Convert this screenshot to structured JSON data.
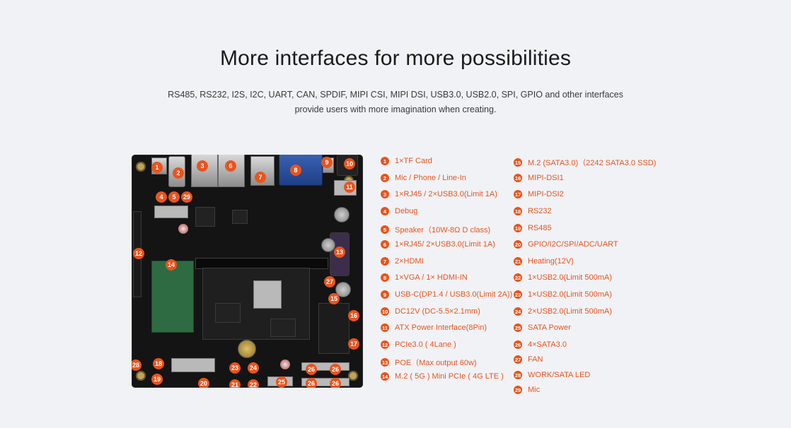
{
  "title": "More interfaces for more possibilities",
  "subtitle_line1": "RS485, RS232, I2S, I2C, UART, CAN, SPDIF, MIPI CSI, MIPI DSI, USB3.0, USB2.0, SPI, GPIO and other interfaces",
  "subtitle_line2": "provide users with more imagination when creating.",
  "accent_color": "#e8541e",
  "legend_left": [
    {
      "num": "1",
      "label": "1×TF Card"
    },
    {
      "num": "2",
      "label": "Mic / Phone / Line-In"
    },
    {
      "num": "3",
      "label": "1×RJ45 / 2×USB3.0(Limit 1A)"
    },
    {
      "num": "4",
      "label": "Debug"
    },
    {
      "num": "5",
      "label": "Speaker（10W-8Ω D class)"
    },
    {
      "num": "6",
      "label": "1×RJ45/ 2×USB3.0(Limit 1A)"
    },
    {
      "num": "7",
      "label": "2×HDMI"
    },
    {
      "num": "8",
      "label": "1×VGA / 1× HDMI-IN"
    },
    {
      "num": "9",
      "label": "USB-C(DP1.4 / USB3.0(Limit 2A))"
    },
    {
      "num": "10",
      "label": "DC12V (DC-5.5×2.1mm)"
    },
    {
      "num": "11",
      "label": "ATX Power Interface(8Pin)"
    },
    {
      "num": "12",
      "label": "PCIe3.0 ( 4Lane )"
    },
    {
      "num": "13",
      "label": "POE（Max output 60w)"
    },
    {
      "num": "14",
      "label": "M.2 ( 5G ) Mini PCIe ( 4G LTE )"
    }
  ],
  "legend_right": [
    {
      "num": "15",
      "label": "M.2 (SATA3.0)（2242 SATA3.0 SSD)"
    },
    {
      "num": "16",
      "label": "MIPI-DSI1"
    },
    {
      "num": "17",
      "label": "MIPI-DSI2"
    },
    {
      "num": "18",
      "label": "RS232"
    },
    {
      "num": "19",
      "label": "RS485"
    },
    {
      "num": "20",
      "label": "GPIO/I2C/SPI/ADC/UART"
    },
    {
      "num": "21",
      "label": "Heating(12V)"
    },
    {
      "num": "22",
      "label": "1×USB2.0(Limit 500mA)"
    },
    {
      "num": "23",
      "label": "1×USB2.0(Limit 500mA)"
    },
    {
      "num": "24",
      "label": "2×USB2.0(Limit 500mA)"
    },
    {
      "num": "25",
      "label": "SATA Power"
    },
    {
      "num": "26",
      "label": "4×SATA3.0"
    },
    {
      "num": "27",
      "label": "FAN"
    },
    {
      "num": "28",
      "label": "WORK/SATA LED"
    },
    {
      "num": "29",
      "label": "Mic"
    }
  ],
  "board_badges": [
    "1",
    "2",
    "3",
    "6",
    "7",
    "8",
    "9",
    "10",
    "4",
    "5",
    "29",
    "11",
    "12",
    "13",
    "14",
    "27",
    "15",
    "16",
    "17",
    "28",
    "18",
    "23",
    "24",
    "26",
    "19",
    "20",
    "21",
    "22",
    "25",
    "26",
    "26",
    "26"
  ]
}
